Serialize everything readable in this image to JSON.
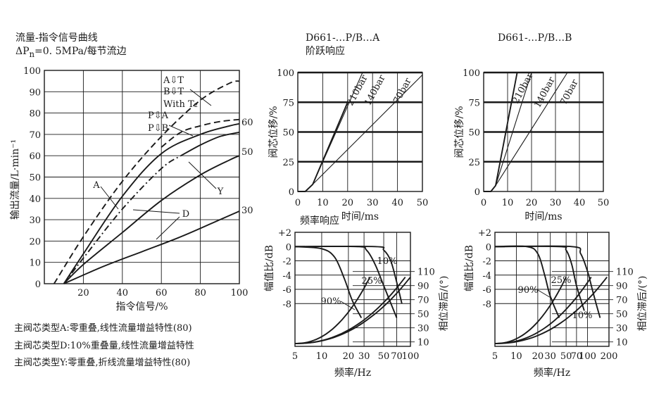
{
  "texts": {
    "main_title": "流量-指令信号曲线",
    "main_sub": "ΔP<sub>n</sub>=0. 5MPa/每节流边",
    "step_title_a": "D661-…P/B…A",
    "step_sub_a": "阶跃响应",
    "step_title_b": "D661-…P/B…B",
    "freq_title": "频率响应",
    "legend_a": "主阀芯类型A:零重叠,线性流量增益特性(80)",
    "legend_d": "主阀芯类型D:10%重叠量,线性流量增益特性",
    "legend_y": "主阀芯类型Y:零重叠,折线流量增益特性(80)"
  },
  "chart_data": [
    {
      "id": "flow",
      "type": "line",
      "xlabel": "指令信号/%",
      "ylabel": "输出流量/L·min⁻¹",
      "xlim": [
        0,
        100
      ],
      "ylim": [
        0,
        100
      ],
      "xticks": [
        20,
        40,
        60,
        80,
        100
      ],
      "yticks": [
        0,
        10,
        20,
        30,
        40,
        50,
        60,
        70,
        80,
        90,
        100
      ],
      "grid": true,
      "series": [
        {
          "name": "A",
          "style": "dashed",
          "x": [
            5,
            20,
            40,
            60,
            80,
            95,
            100
          ],
          "y": [
            0,
            22,
            48,
            69,
            86,
            94,
            95
          ]
        },
        {
          "style": "dashed",
          "x": [
            60,
            70,
            80,
            90,
            100
          ],
          "y": [
            64,
            71,
            74,
            76,
            77
          ]
        },
        {
          "style": "solid",
          "x": [
            10,
            20,
            40,
            60,
            80,
            95,
            100
          ],
          "y": [
            0,
            14,
            41,
            61,
            70,
            74,
            75
          ]
        },
        {
          "style": "dashdot",
          "x": [
            10,
            20,
            40,
            60,
            70
          ],
          "y": [
            0,
            12,
            35,
            54,
            60
          ]
        },
        {
          "name": "60",
          "style": "solid",
          "x": [
            70,
            80,
            90,
            100
          ],
          "y": [
            60,
            65,
            69,
            71
          ]
        },
        {
          "name": "50",
          "style": "solid",
          "x": [
            10,
            20,
            40,
            60,
            80,
            95,
            100
          ],
          "y": [
            0,
            9,
            24,
            39,
            51,
            58,
            60
          ]
        },
        {
          "name": "30",
          "style": "solid",
          "x": [
            10,
            30,
            50,
            70,
            90,
            100
          ],
          "y": [
            0,
            8,
            15,
            22,
            30,
            34
          ]
        }
      ],
      "labels": [
        "A",
        "D",
        "Y",
        "A⇩T",
        "B⇩T",
        "With T₂",
        "P⇩A",
        "P⇩B",
        "60",
        "50",
        "30"
      ]
    },
    {
      "id": "stepA",
      "type": "line",
      "xlabel": "时间/ms",
      "ylabel": "阀芯位移/%",
      "xlim": [
        0,
        50
      ],
      "ylim": [
        0,
        100
      ],
      "xticks": [
        0,
        10,
        20,
        30,
        40,
        50
      ],
      "yticks": [
        0,
        25,
        50,
        75,
        100
      ],
      "grid": true,
      "series": [
        {
          "name": "210bar",
          "x": [
            0,
            3,
            6,
            20
          ],
          "y": [
            0,
            0,
            6,
            75
          ]
        },
        {
          "name": "140bar",
          "x": [
            0,
            3,
            6,
            26
          ],
          "y": [
            0,
            0,
            6,
            100
          ]
        },
        {
          "name": "70bar",
          "x": [
            0,
            3,
            6,
            50
          ],
          "y": [
            0,
            0,
            6,
            98
          ]
        }
      ]
    },
    {
      "id": "stepB",
      "type": "line",
      "xlabel": "时间/ms",
      "ylabel": "阀芯位移/%",
      "xlim": [
        0,
        50
      ],
      "ylim": [
        0,
        100
      ],
      "xticks": [
        0,
        10,
        20,
        30,
        40,
        50
      ],
      "yticks": [
        0,
        25,
        50,
        75,
        100
      ],
      "grid": true,
      "series": [
        {
          "name": "210bar",
          "x": [
            0,
            3,
            5,
            14
          ],
          "y": [
            0,
            0,
            5,
            100
          ]
        },
        {
          "name": "140bar",
          "x": [
            0,
            3,
            5,
            20
          ],
          "y": [
            0,
            0,
            5,
            100
          ]
        },
        {
          "name": "70bar",
          "x": [
            0,
            3,
            5,
            35
          ],
          "y": [
            0,
            0,
            5,
            100
          ]
        }
      ]
    },
    {
      "id": "freqA",
      "type": "line",
      "xlabel": "频率/Hz",
      "ylabel": "幅值比/dB",
      "y2label": "相位滞后/(°)",
      "xscale": "log",
      "xlim": [
        5,
        100
      ],
      "ylim": [
        -14,
        2
      ],
      "xticks": [
        5,
        10,
        20,
        30,
        50,
        70,
        100
      ],
      "yticks": [
        2,
        0,
        -2,
        -4,
        -6,
        -8
      ],
      "y2ticks": [
        110,
        90,
        70,
        50,
        30,
        10
      ],
      "grid": true,
      "series": [
        {
          "name": "90%",
          "x": [
            5,
            10,
            14,
            18,
            22,
            28
          ],
          "y": [
            0,
            -0.3,
            -1.5,
            -4.5,
            -7.5,
            -10
          ]
        },
        {
          "name": "25%",
          "x": [
            5,
            25,
            32,
            40,
            50,
            70
          ],
          "y": [
            0,
            0,
            -0.5,
            -2.5,
            -5.5,
            -10
          ]
        },
        {
          "name": "10%",
          "x": [
            5,
            40,
            50,
            60,
            70,
            80
          ],
          "y": [
            0,
            0,
            -0.5,
            -2,
            -5,
            -8
          ]
        }
      ]
    },
    {
      "id": "freqB",
      "type": "line",
      "xlabel": "频率/Hz",
      "ylabel": "幅值比/dB",
      "y2label": "相位滞后/(°)",
      "xscale": "log",
      "xlim": [
        5,
        200
      ],
      "ylim": [
        -14,
        2
      ],
      "xticks": [
        5,
        10,
        20,
        30,
        50,
        70,
        100,
        200
      ],
      "yticks": [
        2,
        0,
        -2,
        -4,
        -6,
        -8
      ],
      "y2ticks": [
        110,
        90,
        70,
        50,
        30,
        10
      ],
      "grid": true,
      "series": [
        {
          "name": "90%",
          "x": [
            5,
            14,
            20,
            25,
            30,
            40
          ],
          "y": [
            0,
            0,
            -1,
            -4,
            -7,
            -10
          ]
        },
        {
          "name": "25%",
          "x": [
            5,
            40,
            50,
            60,
            70,
            90
          ],
          "y": [
            0,
            0,
            -0.5,
            -2.5,
            -5.5,
            -9
          ]
        },
        {
          "name": "10%",
          "x": [
            5,
            60,
            80,
            100,
            120,
            150
          ],
          "y": [
            0,
            0,
            -1,
            -3.5,
            -6.5,
            -10
          ]
        }
      ]
    }
  ]
}
